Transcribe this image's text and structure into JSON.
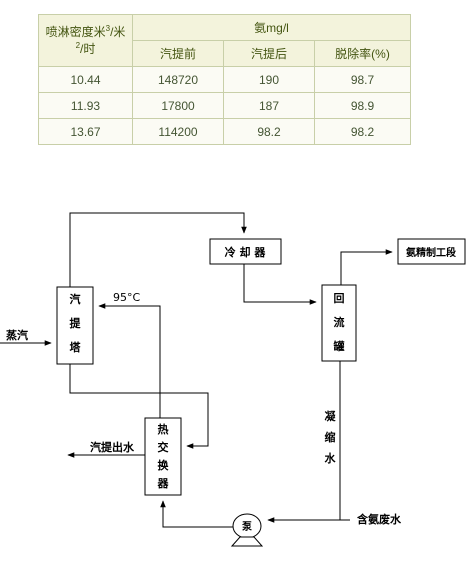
{
  "table": {
    "header_col1_line1": "喷淋密度米",
    "header_col1_sup1": "3",
    "header_col1_mid": "/米",
    "header_col1_sup2": "2",
    "header_col1_line2": "/时",
    "header_group": "氨mg/l",
    "sub_headers": [
      "汽提前",
      "汽提后",
      "脱除率(%)"
    ],
    "rows": [
      [
        "10.44",
        "148720",
        "190",
        "98.7"
      ],
      [
        "11.93",
        "17800",
        "187",
        "98.9"
      ],
      [
        "13.67",
        "114200",
        "98.2",
        "98.2"
      ]
    ]
  },
  "diagram": {
    "stripper": [
      "汽",
      "提",
      "塔"
    ],
    "cooler": "冷 却 器",
    "reflux_tank": [
      "回",
      "流",
      "罐"
    ],
    "heat_exchanger": [
      "热",
      "交",
      "换",
      "器"
    ],
    "pump": "泵",
    "steam_label": "蒸汽",
    "temperature_label": "95°C",
    "stripped_water_out": "汽提出水",
    "ammonia_refining": "氨精制工段",
    "condensate": [
      "凝",
      "缩",
      "水"
    ],
    "ammonia_wastewater": "含氨废水"
  }
}
